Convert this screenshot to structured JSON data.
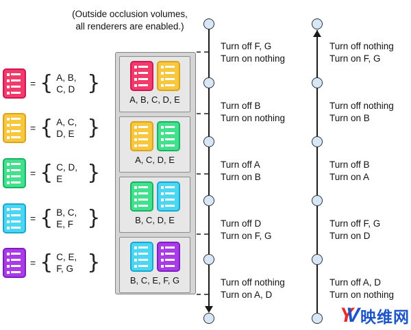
{
  "caption": {
    "line1": "(Outside occlusion volumes,",
    "line2": "all renderers are enabled.)"
  },
  "legend": {
    "equals": "=",
    "brace_open": "{",
    "brace_close": "}",
    "items": [
      {
        "icon": "pink-list-icon",
        "set_line1": "A, B,",
        "set_line2": "C, D"
      },
      {
        "icon": "yellow-list-icon",
        "set_line1": "A, C,",
        "set_line2": "D, E"
      },
      {
        "icon": "green-list-icon",
        "set_line1": "C, D,",
        "set_line2": "E"
      },
      {
        "icon": "cyan-list-icon",
        "set_line1": "B, C,",
        "set_line2": "E, F"
      },
      {
        "icon": "purple-list-icon",
        "set_line1": "C, E,",
        "set_line2": "F, G"
      }
    ]
  },
  "groups": [
    {
      "icons": [
        "pink-list-icon",
        "yellow-list-icon"
      ],
      "label": "A, B, C, D, E"
    },
    {
      "icons": [
        "yellow-list-icon",
        "green-list-icon"
      ],
      "label": "A, C, D, E"
    },
    {
      "icons": [
        "green-list-icon",
        "cyan-list-icon"
      ],
      "label": "B, C, D, E"
    },
    {
      "icons": [
        "cyan-list-icon",
        "purple-list-icon"
      ],
      "label": "B, C, E, F, G"
    }
  ],
  "timeline_down": {
    "direction": "down",
    "steps": [
      {
        "off": "Turn off F, G",
        "on": "Turn on nothing"
      },
      {
        "off": "Turn off B",
        "on": "Turn on nothing"
      },
      {
        "off": "Turn off A",
        "on": "Turn on B"
      },
      {
        "off": "Turn off D",
        "on": "Turn on F, G"
      },
      {
        "off": "Turn off nothing",
        "on": "Turn on A, D"
      }
    ]
  },
  "timeline_up": {
    "direction": "up",
    "steps": [
      {
        "off": "Turn off nothing",
        "on": "Turn on F, G"
      },
      {
        "off": "Turn off nothing",
        "on": "Turn on B"
      },
      {
        "off": "Turn off B",
        "on": "Turn on A"
      },
      {
        "off": "Turn off F, G",
        "on": "Turn on D"
      },
      {
        "off": "Turn off A, D",
        "on": "Turn on nothing"
      }
    ]
  },
  "logo": {
    "mark_left": "Y",
    "mark_right": "V",
    "text": "映维网"
  },
  "colors": {
    "pink": "#f23a6b",
    "pink_border": "#cf1754",
    "yellow": "#f7c73e",
    "yellow_border": "#dba41e",
    "green": "#43e18d",
    "green_border": "#17b263",
    "cyan": "#4cd6f2",
    "cyan_border": "#19a8cf",
    "purple": "#a93ce6",
    "purple_border": "#7e1ec2",
    "node_fill": "#d8e7f8",
    "node_border": "#2f2f2f",
    "box_outer": "#d5d5d5",
    "box_inner": "#e7e7e7",
    "logo_blue": "#1d55c8",
    "logo_red": "#e82c2c"
  }
}
